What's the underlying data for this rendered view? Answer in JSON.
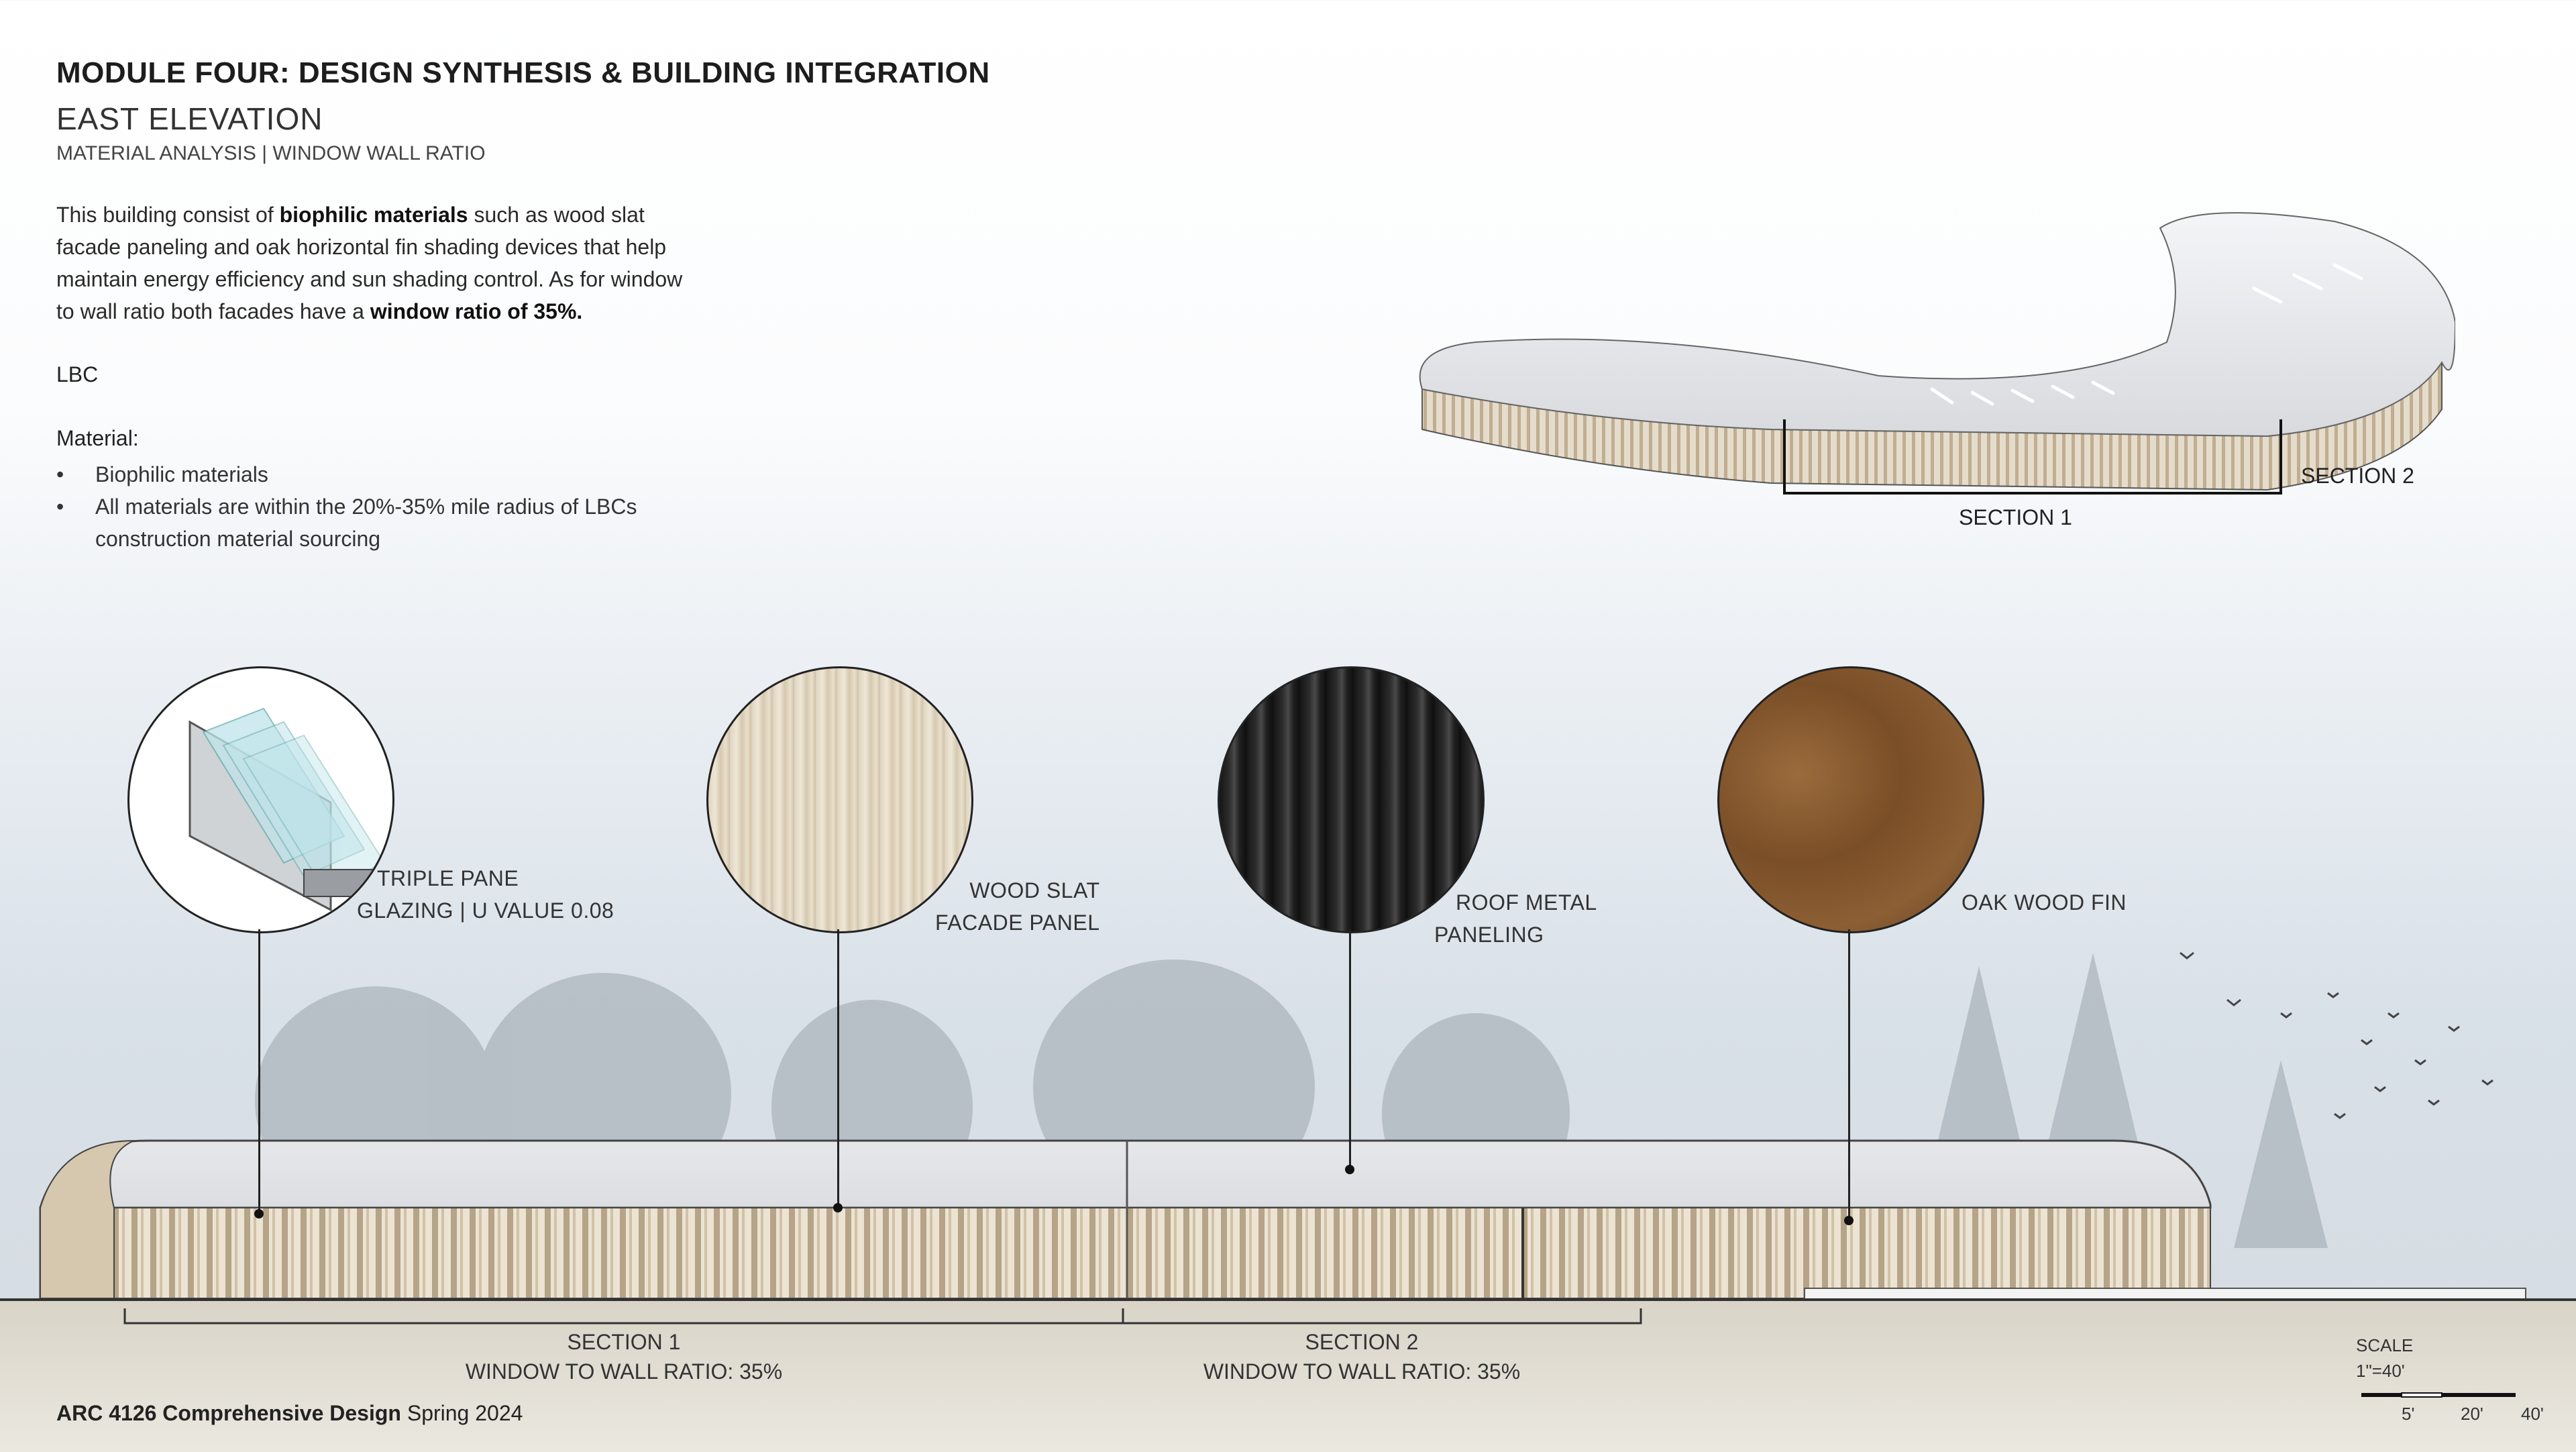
{
  "header": {
    "title": "MODULE FOUR: DESIGN SYNTHESIS & BUILDING INTEGRATION",
    "subtitle": "EAST ELEVATION",
    "subline": "MATERIAL ANALYSIS | WINDOW WALL RATIO"
  },
  "description": {
    "p1": "This building consist of ",
    "b1": "biophilic materials",
    "p2": " such as wood slat facade paneling and oak horizontal fin shading devices that help maintain energy efficiency and sun shading control. As for window to wall ratio both facades have a ",
    "b2": "window ratio of 35%."
  },
  "lbc": "LBC",
  "materials": {
    "heading": "Material:",
    "items": [
      "Biophilic materials",
      "All materials are within the 20%-35% mile radius of LBCs construction material sourcing"
    ]
  },
  "axon": {
    "section1": "SECTION 1",
    "section2": "SECTION 2"
  },
  "swatches": {
    "glass_line1": "TRIPLE PANE",
    "glass_line2": "GLAZING | U VALUE 0.08",
    "wood_line1": "WOOD SLAT",
    "wood_line2": "FACADE PANEL",
    "metal_line1": "ROOF METAL",
    "metal_line2": "PANELING",
    "oak": "OAK WOOD FIN"
  },
  "sections": {
    "s1_line1": "SECTION 1",
    "s1_line2": "WINDOW TO WALL RATIO: 35%",
    "s2_line1": "SECTION 2",
    "s2_line2": "WINDOW TO WALL RATIO: 35%"
  },
  "footer": {
    "course": "ARC 4126 Comprehensive Design",
    "term": " Spring 2024"
  },
  "scale": {
    "label": "SCALE",
    "ratio": "1\"=40'",
    "t1": "5'",
    "t2": "20'",
    "t3": "40'"
  }
}
